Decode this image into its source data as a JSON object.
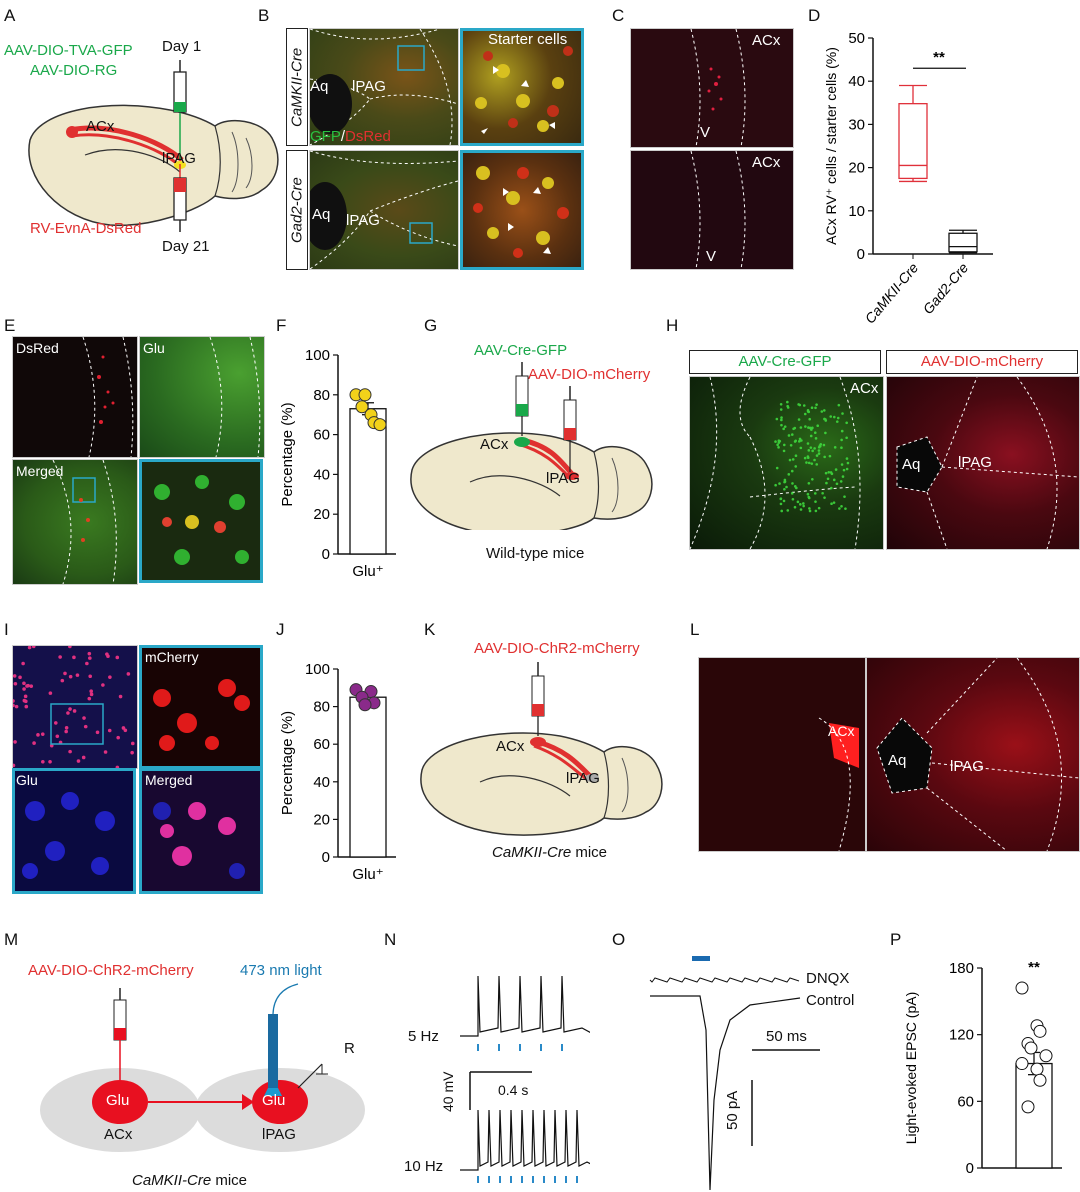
{
  "panels": {
    "A": {
      "label": "A",
      "virus_green_1": "AAV-DIO-TVA-GFP",
      "virus_green_2": "AAV-DIO-RG",
      "virus_red": "RV-EvnA-DsRed",
      "day1": "Day 1",
      "day21": "Day 21",
      "acx": "ACx",
      "lpag": "lPAG"
    },
    "B": {
      "label": "B",
      "row1": "CaMKII-Cre",
      "row2": "Gad2-Cre",
      "aq": "Aq",
      "lpag": "lPAG",
      "gfp": "GFP",
      "slash": "/",
      "dsred": "DsRed",
      "starter": "Starter cells"
    },
    "C": {
      "label": "C",
      "acx": "ACx",
      "v": "V"
    },
    "D": {
      "label": "D",
      "ylabel": "ACx RV⁺ cells / starter cells (%)",
      "sig": "**",
      "groups": [
        "CaMKII-Cre",
        "Gad2-Cre"
      ],
      "colors": {
        "camkii": "#e0303a",
        "gad2": "#111111"
      }
    },
    "E": {
      "label": "E",
      "dsred": "DsRed",
      "glu": "Glu",
      "merged": "Merged"
    },
    "F": {
      "label": "F",
      "ylabel": "Percentage (%)",
      "xlabel": "Glu⁺",
      "color": "#f2d21a"
    },
    "G": {
      "label": "G",
      "virus1": "AAV-Cre-GFP",
      "virus2": "AAV-DIO-mCherry",
      "acx": "ACx",
      "lpag": "lPAG",
      "caption": "Wild-type mice"
    },
    "H": {
      "label": "H",
      "title1": "AAV-Cre-GFP",
      "title2": "AAV-DIO-mCherry",
      "acx": "ACx",
      "aq": "Aq",
      "lpag": "lPAG"
    },
    "I": {
      "label": "I",
      "mcherry": "mCherry",
      "glu": "Glu",
      "merged": "Merged"
    },
    "J": {
      "label": "J",
      "ylabel": "Percentage (%)",
      "xlabel": "Glu⁺",
      "color": "#8a2a8a"
    },
    "K": {
      "label": "K",
      "virus": "AAV-DIO-ChR2-mCherry",
      "acx": "ACx",
      "lpag": "lPAG",
      "caption_italic": "CaMKII-Cre",
      "caption_rest": " mice"
    },
    "L": {
      "label": "L",
      "acx": "ACx",
      "aq": "Aq",
      "lpag": "lPAG"
    },
    "M": {
      "label": "M",
      "virus": "AAV-DIO-ChR2-mCherry",
      "light": "473 nm light",
      "glu1": "Glu",
      "glu2": "Glu",
      "acx": "ACx",
      "lpag": "lPAG",
      "r": "R",
      "caption_italic": "CaMKII-Cre",
      "caption_rest": " mice"
    },
    "N": {
      "label": "N",
      "hz5": "5 Hz",
      "hz10": "10 Hz",
      "mv": "40 mV",
      "s": "0.4 s"
    },
    "O": {
      "label": "O",
      "dnqx": "DNQX",
      "control": "Control",
      "ms": "50 ms",
      "pa": "50 pA"
    },
    "P": {
      "label": "P",
      "ylabel": "Light-evoked EPSC (pA)",
      "sig": "**"
    }
  },
  "chart_data": [
    {
      "type": "box",
      "panel": "D",
      "ylabel": "ACx RV⁺ cells / starter cells (%)",
      "ylim": [
        0,
        50
      ],
      "yticks": [
        0,
        10,
        20,
        30,
        40,
        50
      ],
      "categories": [
        "CaMKII-Cre",
        "Gad2-Cre"
      ],
      "boxes": [
        {
          "min": 16.8,
          "q1": 17.5,
          "median": 20.5,
          "q3": 34.8,
          "max": 39
        },
        {
          "min": 0.3,
          "q1": 0.5,
          "median": 1.7,
          "q3": 4.8,
          "max": 5.5
        }
      ],
      "annotation": "**"
    },
    {
      "type": "bar",
      "panel": "F",
      "ylabel": "Percentage (%)",
      "ylim": [
        0,
        100
      ],
      "yticks": [
        0,
        20,
        40,
        60,
        80,
        100
      ],
      "categories": [
        "Glu⁺"
      ],
      "values": [
        73
      ],
      "sem": 3,
      "points": [
        80,
        70,
        66,
        74,
        80,
        65
      ]
    },
    {
      "type": "bar",
      "panel": "J",
      "ylabel": "Percentage (%)",
      "ylim": [
        0,
        100
      ],
      "yticks": [
        0,
        20,
        40,
        60,
        80,
        100
      ],
      "categories": [
        "Glu⁺"
      ],
      "values": [
        85
      ],
      "sem": 2,
      "points": [
        89,
        88,
        82,
        85,
        81
      ]
    },
    {
      "type": "bar",
      "panel": "P",
      "ylabel": "Light-evoked EPSC (pA)",
      "ylim": [
        0,
        180
      ],
      "yticks": [
        0,
        60,
        120,
        180
      ],
      "categories": [
        ""
      ],
      "values": [
        94
      ],
      "sem": 10,
      "points": [
        162,
        128,
        123,
        112,
        108,
        101,
        94,
        89,
        79,
        55
      ],
      "annotation": "**"
    }
  ]
}
